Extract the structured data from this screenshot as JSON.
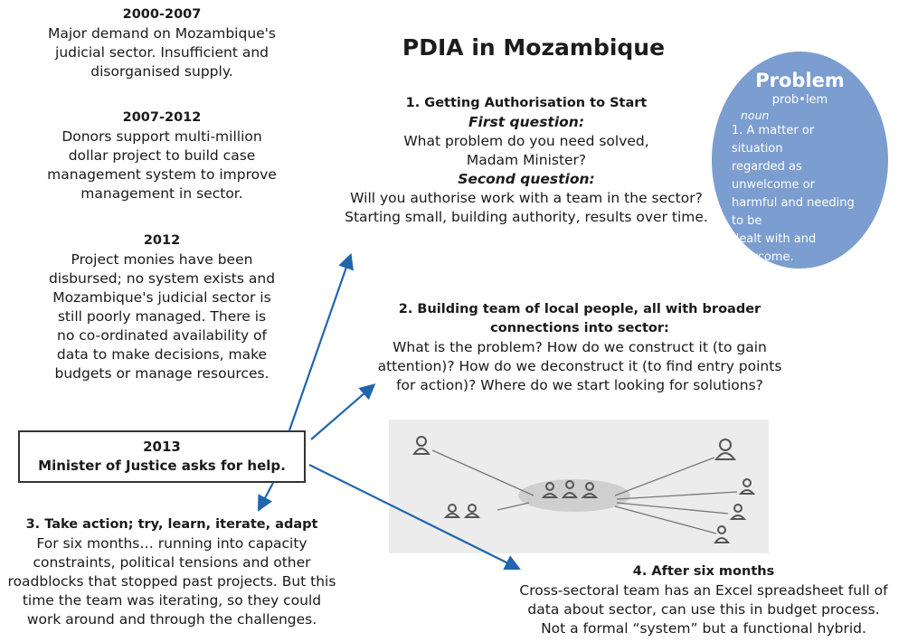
{
  "title": "PDIA in Mozambique",
  "timeline": [
    {
      "year": "2000-2007",
      "lines": [
        "Major demand on Mozambique's",
        "judicial sector. Insufficient and",
        "disorganised supply."
      ]
    },
    {
      "year": "2007-2012",
      "lines": [
        "Donors support multi-million",
        "dollar project to build case",
        "management system to improve",
        "management in sector."
      ]
    },
    {
      "year": "2012",
      "lines": [
        "Project monies have been",
        "disbursed; no system exists and",
        "Mozambique's judicial sector is",
        "still poorly managed. There is",
        "no co-ordinated availability of",
        "data to make decisions, make",
        "budgets or manage resources."
      ]
    }
  ],
  "box2013": {
    "year": "2013",
    "text": "Minister of Justice asks for help."
  },
  "step1": {
    "heading": "1. Getting Authorisation to Start",
    "q1_label": "First question:",
    "q1_lines": [
      "What problem do you need solved,",
      "Madam Minister?"
    ],
    "q2_label": "Second question:",
    "q2_lines": [
      "Will you authorise work with a team in the sector?",
      "Starting small, building authority, results over time."
    ]
  },
  "step2": {
    "heading_lines": [
      "2. Building team of local people, all with broader",
      "connections into sector:"
    ],
    "lines": [
      "What is the problem? How do we construct it (to gain",
      "attention)? How do we deconstruct it (to find entry points",
      "for action)? Where do we start looking for solutions?"
    ]
  },
  "step3": {
    "heading": "3. Take action; try, learn, iterate, adapt",
    "lines": [
      "For six months… running into capacity",
      "constraints, political tensions and other",
      "roadblocks that stopped past projects. But this",
      "time the team was iterating, so they could",
      "work around and through the challenges."
    ]
  },
  "step4": {
    "heading": "4. After six months",
    "lines": [
      "Cross-sectoral team has an Excel spreadsheet full of",
      "data about sector, can use this in budget process.",
      "Not a formal “system” but a functional hybrid."
    ]
  },
  "problem": {
    "title": "Problem",
    "pronunciation": "prob•lem",
    "pos": "noun",
    "definition_lines": [
      "1. A matter or situation",
      "regarded as unwelcome or",
      "harmful and needing to be",
      "dealt with and overcome."
    ]
  },
  "colors": {
    "arrow": "#1f66ad",
    "circle": "#7b9dcf",
    "sketch_bg": "#ececec"
  }
}
